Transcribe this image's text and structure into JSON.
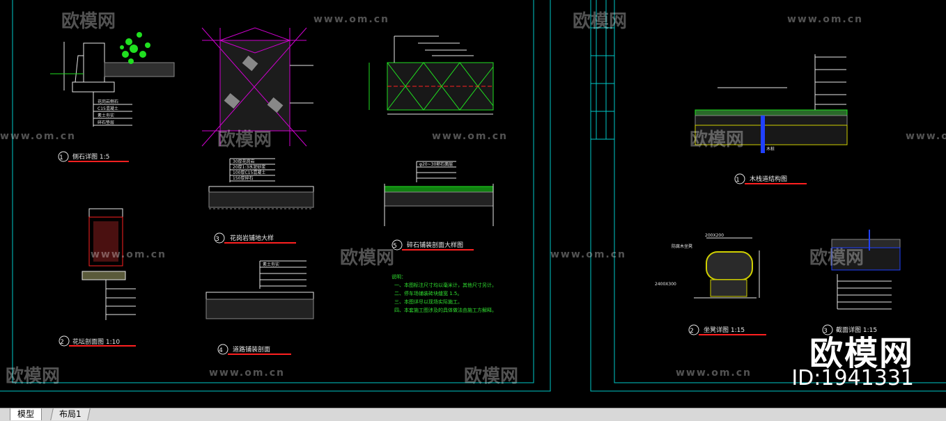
{
  "watermark": {
    "logo_text": "欧模网",
    "url_text": "www.om.cn",
    "big_logo": "欧模网",
    "id_text": "ID:1941331"
  },
  "drawings": {
    "detail1_num": "1",
    "detail1_title": "侧石详图 1:5",
    "detail2_num": "2",
    "detail2_title": "花坛剖面图 1:10",
    "detail3_num": "3",
    "detail3_title": "花岗岩铺地大样",
    "detail4_num": "4",
    "detail4_title": "道路铺装剖面",
    "detail5_num": "5",
    "detail5_title": "碎石铺装剖面大样图",
    "notes_title": "说明：",
    "notes": [
      "一、本图标注尺寸均以毫米计，其他尺寸另计。",
      "二、停车场铺装砖块缝宽 1.5。",
      "三、本图详尽以现场实际施工。",
      "四、本套施工图涉及的具体做法由施工方解释。"
    ],
    "right1_num": "1",
    "right1_title": "木栈道结构图",
    "right2_num": "2",
    "right2_title": "坐凳详图 1:15",
    "right3_num": "3",
    "right3_title": "截面详图 1:15",
    "small_labels": {
      "l1": "花岗岩侧石",
      "l2": "C15混凝土",
      "l3": "素土夯实",
      "l4": "碎石垫层",
      "l5": "30厚花岗岩",
      "l6": "20厚1:3水泥砂浆",
      "l7": "100厚C15混凝土",
      "l8": "150厚碎石",
      "l9": "素土夯实",
      "l10": "φ20~30卵石面层",
      "l11": "木桩",
      "l12": "200X200",
      "l13": "防腐木坐凳",
      "l14": "2400X300"
    }
  },
  "tabs": [
    {
      "label": "模型"
    },
    {
      "label": "布局1"
    }
  ],
  "colors": {
    "cad_bg": "#000000",
    "frame_cyan": "#00c8c8",
    "title_red": "#ff2020",
    "hatch_magenta": "#d000d0",
    "plant_green": "#20e020",
    "note_green": "#30e030",
    "note_yellow": "#d0d000",
    "text_white": "#e8e8e8"
  }
}
